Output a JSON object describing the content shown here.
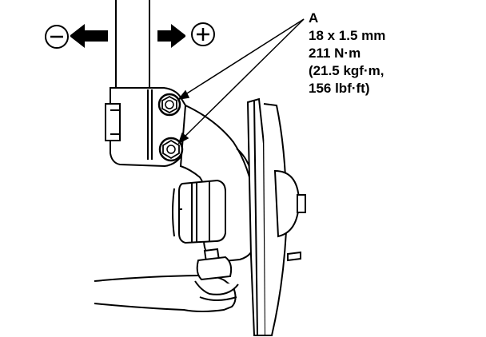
{
  "callout": {
    "letter": "A",
    "size": "18 x 1.5 mm",
    "torque_nm": "211 N·m",
    "torque_kgfm": "(21.5 kgf·m,",
    "torque_lbfft": "156 lbf·ft)"
  },
  "direction": {
    "minus_symbol": "−",
    "plus_symbol": "+"
  }
}
